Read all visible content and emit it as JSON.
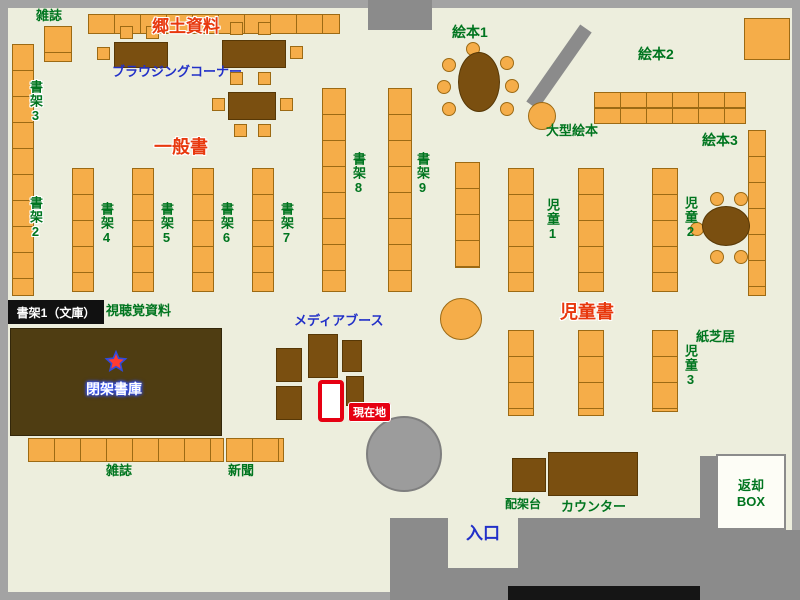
{
  "map": {
    "areas": {
      "magazines_top": "雑誌",
      "local_materials": "郷土資料",
      "browsing_corner": "ブラウジングコーナー",
      "shelf3": "書架3",
      "shelf2": "書架2",
      "general_books": "一般書",
      "shelf4": "書架4",
      "shelf5": "書架5",
      "shelf6": "書架6",
      "shelf7": "書架7",
      "shelf8": "書架8",
      "shelf9": "書架9",
      "picture_books_1": "絵本1",
      "picture_books_2": "絵本2",
      "picture_books_3": "絵本3",
      "large_picture_books": "大型絵本",
      "children_1": "児童1",
      "children_2": "児童2",
      "children_3": "児童3",
      "children_books": "児童書",
      "kamishibai": "紙芝居",
      "shelf1_bunko": "書架1（文庫）",
      "audiovisual": "視聴覚資料",
      "media_booth": "メディアブース",
      "closed_stacks": "閉架書庫",
      "current_location": "現在地",
      "magazines_bottom": "雑誌",
      "newspapers": "新聞",
      "shelving_stand": "配架台",
      "counter": "カウンター",
      "return_box_line1": "返却",
      "return_box_line2": "BOX",
      "entrance": "入口"
    },
    "colors": {
      "floor": "#edeedd",
      "wall": "#a3a3a3",
      "wall_dark": "#8b8b8b",
      "shelf": "#f5ad49",
      "shelf_border": "#9c6a14",
      "table": "#7a4f10",
      "closed_stacks": "#4f3d12",
      "label_green": "#00751f",
      "label_red": "#e8380d",
      "label_blue": "#2230c8",
      "current_red": "#e60012"
    }
  }
}
